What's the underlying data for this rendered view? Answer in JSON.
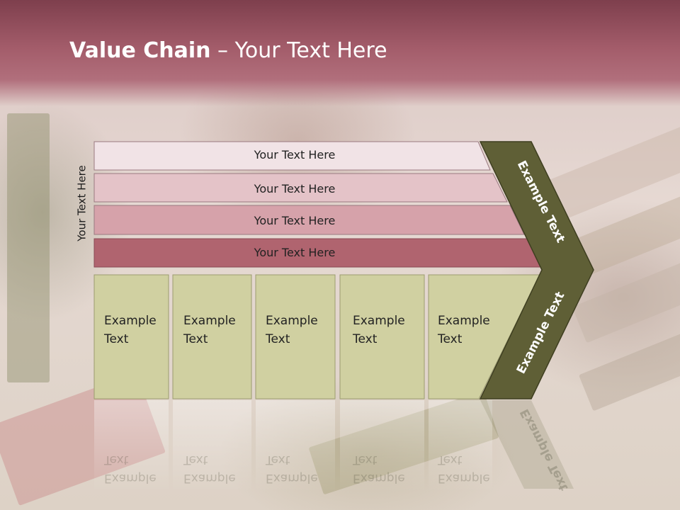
{
  "slide": {
    "title_bold": "Value Chain",
    "title_rest": " – Your Text Here",
    "side_label": "Your Text Here"
  },
  "bars": [
    {
      "label": "Your Text Here"
    },
    {
      "label": "Your Text Here"
    },
    {
      "label": "Your Text Here"
    },
    {
      "label": "Your Text Here"
    }
  ],
  "columns": [
    {
      "label": "Example\nText"
    },
    {
      "label": "Example\nText"
    },
    {
      "label": "Example\nText"
    },
    {
      "label": "Example\nText"
    },
    {
      "label": "Example\nText"
    }
  ],
  "chevron": {
    "upper_label": "Example Text",
    "lower_label": "Example Text"
  },
  "colors": {
    "header": "#a35c6a",
    "bar1": "#f1e3e6",
    "bar2": "#e4c3c8",
    "bar3": "#d6a2aa",
    "bar4": "#b0646f",
    "column": "#d0d0a1",
    "chevron": "#5f5f36"
  }
}
